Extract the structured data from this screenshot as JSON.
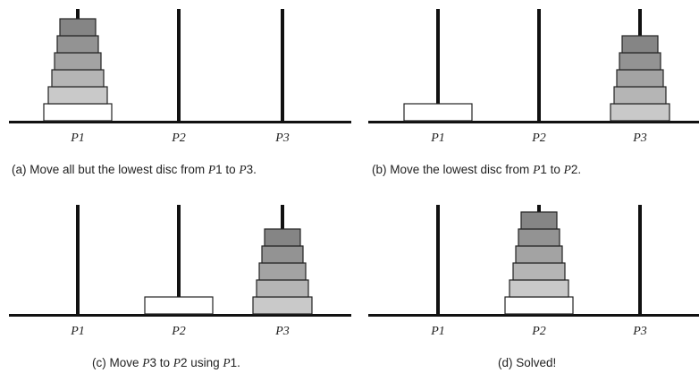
{
  "panels": [
    {
      "id": "a",
      "caption_parts": [
        {
          "t": "(a)  Move all but the lowest disc from "
        },
        {
          "t": "P",
          "i": true
        },
        {
          "t": "1 to "
        },
        {
          "t": "P",
          "i": true
        },
        {
          "t": "3."
        }
      ],
      "peg_labels": [
        "P1",
        "P2",
        "P3"
      ],
      "pegs": [
        [
          0,
          1,
          2,
          3,
          4,
          5
        ],
        [],
        []
      ]
    },
    {
      "id": "b",
      "caption_parts": [
        {
          "t": "(b)  Move the lowest disc from "
        },
        {
          "t": "P",
          "i": true
        },
        {
          "t": "1 to "
        },
        {
          "t": "P",
          "i": true
        },
        {
          "t": "2."
        }
      ],
      "peg_labels": [
        "P1",
        "P2",
        "P3"
      ],
      "pegs": [
        [
          0
        ],
        [],
        [
          1,
          2,
          3,
          4,
          5
        ]
      ]
    },
    {
      "id": "c",
      "caption_parts": [
        {
          "t": "(c)  Move "
        },
        {
          "t": "P",
          "i": true
        },
        {
          "t": "3 to "
        },
        {
          "t": "P",
          "i": true
        },
        {
          "t": "2 using "
        },
        {
          "t": "P",
          "i": true
        },
        {
          "t": "1."
        }
      ],
      "peg_labels": [
        "P1",
        "P2",
        "P3"
      ],
      "pegs": [
        [],
        [
          0
        ],
        [
          1,
          2,
          3,
          4,
          5
        ]
      ]
    },
    {
      "id": "d",
      "caption_parts": [
        {
          "t": "(d)  Solved!"
        }
      ],
      "peg_labels": [
        "P1",
        "P2",
        "P3"
      ],
      "pegs": [
        [],
        [
          0,
          1,
          2,
          3,
          4,
          5
        ],
        []
      ]
    }
  ],
  "disc_colors": [
    "#ffffff",
    "#c9c9c9",
    "#b5b5b5",
    "#a3a3a3",
    "#939393",
    "#858585"
  ]
}
